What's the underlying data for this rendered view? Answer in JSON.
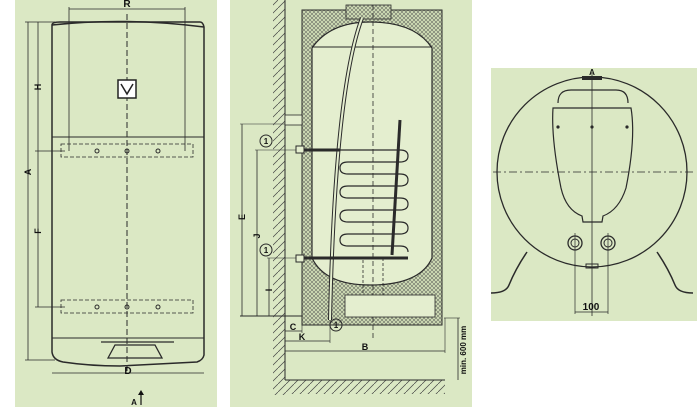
{
  "panels": {
    "front_view": {
      "labels": {
        "R": "R",
        "H": "H",
        "A": "A",
        "F": "F",
        "D": "D",
        "section_marker": "A"
      }
    },
    "side_section": {
      "labels": {
        "E": "E",
        "J": "J",
        "I": "I",
        "C": "C",
        "K": "K",
        "B": "B",
        "clearance": "min. 600 mm",
        "callout_1": "1",
        "callout_2": "1",
        "callout_3": "1"
      }
    },
    "top_view": {
      "labels": {
        "A": "A",
        "spacing": "100"
      }
    }
  },
  "colors": {
    "panel_bg": "#dbe8c4",
    "line": "#2a2a2a",
    "tank_fill": "#e4eecf",
    "insulation": "#c9d6b0"
  }
}
